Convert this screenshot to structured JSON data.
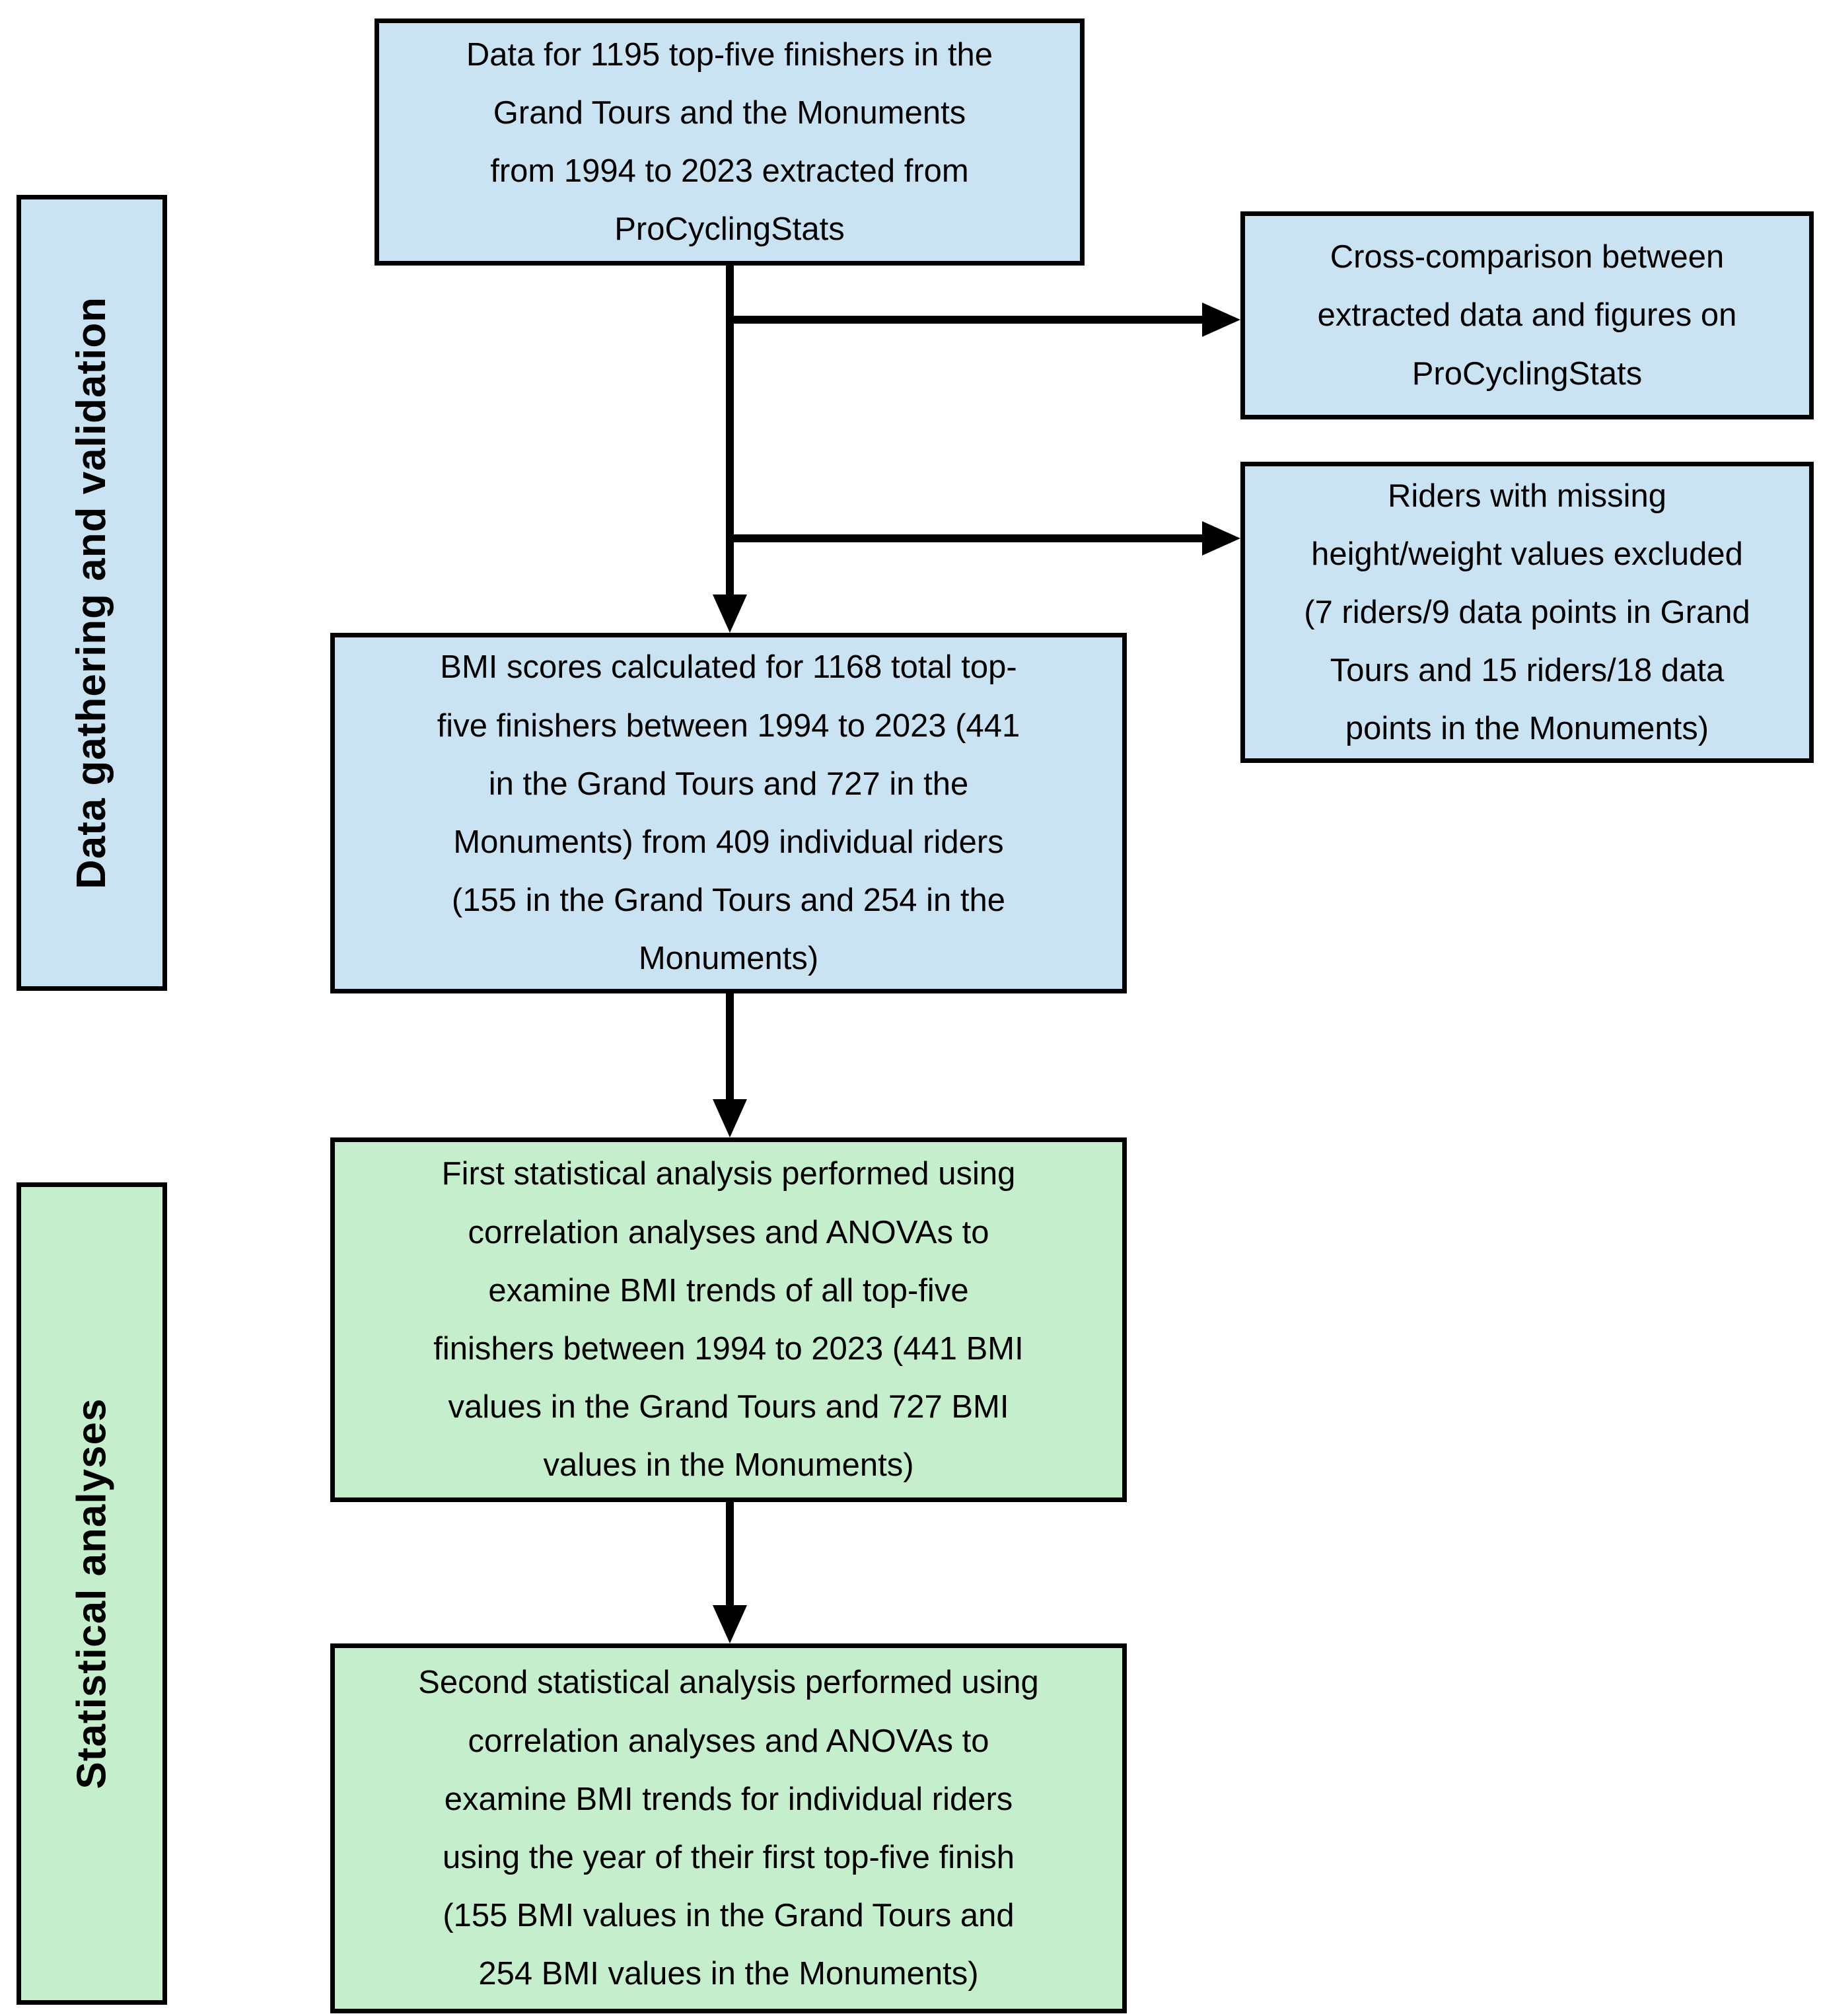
{
  "diagram": {
    "type": "flowchart",
    "colors": {
      "data_section_fill": "#cae3f3",
      "analysis_section_fill": "#c5eecd",
      "border": "#000000",
      "background": "#ffffff"
    },
    "side_labels": {
      "data_gathering": "Data gathering and validation",
      "statistical_analyses": "Statistical analyses"
    },
    "boxes": {
      "source_data": "Data for 1195 top-five finishers in the\nGrand Tours and the Monuments\nfrom 1994 to 2023 extracted from\nProCyclingStats",
      "cross_comparison": "Cross-comparison between\nextracted data and figures on\nProCyclingStats",
      "excluded_riders": "Riders with missing\nheight/weight values excluded\n(7 riders/9 data points in Grand\nTours and 15 riders/18 data\npoints in the Monuments)",
      "bmi_scores": "BMI scores calculated for 1168 total top-\nfive finishers between 1994 to 2023 (441\nin the Grand Tours and 727 in the\nMonuments) from 409 individual riders\n(155 in the Grand Tours and 254 in the\nMonuments)",
      "first_analysis": "First statistical analysis performed using\ncorrelation analyses and ANOVAs to\nexamine BMI trends of all top-five\nfinishers between 1994 to 2023 (441 BMI\nvalues in the Grand Tours and 727 BMI\nvalues in the Monuments)",
      "second_analysis": "Second statistical analysis performed using\ncorrelation analyses and ANOVAs to\nexamine BMI trends for individual riders\nusing the year of their first top-five finish\n(155 BMI values in the Grand Tours and\n254 BMI values in the Monuments)"
    }
  }
}
